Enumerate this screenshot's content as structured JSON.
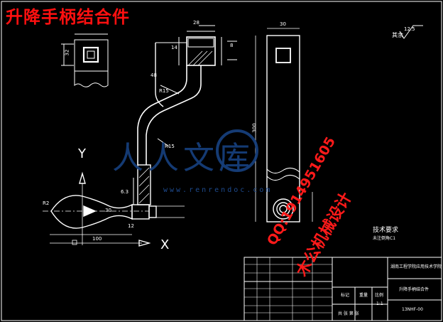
{
  "drawing": {
    "title": "升降手柄结合件",
    "tech_req_title": "技术要求",
    "tech_req_body": "未注倒角C1",
    "roughness_value": "12.5",
    "roughness_label": "其余",
    "axis_y": "Y",
    "axis_x": "X",
    "dims": {
      "d32": "32",
      "d28": "28",
      "d30": "30",
      "d8": "8",
      "d14": "14",
      "d48": "48",
      "r15a": "R15",
      "r15b": "R15",
      "d300": "300",
      "r2": "R2",
      "d30b": "30",
      "d100": "100",
      "d12": "12",
      "d63": "6.3"
    },
    "title_block": {
      "school": "湖南工程学院应用技术学院",
      "drawing_name": "升降手柄结合件",
      "drawing_no": "13NHF-00",
      "scale_label": "比例",
      "mark_label": "标记",
      "weight_label": "重量",
      "scale_value": "1:1",
      "sheet_label": "共 张 第 张"
    }
  },
  "watermarks": {
    "site": "人人文库",
    "url": "www.renrendoc.com",
    "qq": "QQ:1914951605",
    "shop": "木公机械设计"
  }
}
